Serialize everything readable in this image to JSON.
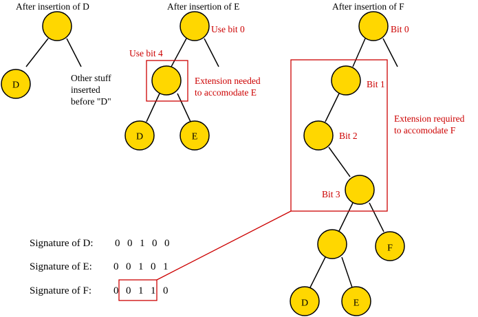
{
  "colors": {
    "node_fill": "#ffd700",
    "annotation": "#cc0000",
    "text": "#000000"
  },
  "trees": [
    {
      "title": "After insertion of D",
      "nodes": [
        {
          "id": "root",
          "label": ""
        },
        {
          "id": "D",
          "label": "D"
        }
      ],
      "note": [
        "Other stuff",
        "inserted",
        "before \"D\""
      ]
    },
    {
      "title": "After insertion of E",
      "nodes": [
        {
          "id": "root",
          "label": ""
        },
        {
          "id": "mid",
          "label": ""
        },
        {
          "id": "D",
          "label": "D"
        },
        {
          "id": "E",
          "label": "E"
        }
      ],
      "annotations": {
        "root_bit": "Use bit 0",
        "mid_bit": "Use bit 4",
        "extension": [
          "Extension needed",
          "to accomodate E"
        ]
      }
    },
    {
      "title": "After insertion of F",
      "nodes": [
        {
          "id": "root",
          "label": ""
        },
        {
          "id": "b1",
          "label": ""
        },
        {
          "id": "b2",
          "label": ""
        },
        {
          "id": "b3",
          "label": ""
        },
        {
          "id": "mid",
          "label": ""
        },
        {
          "id": "F",
          "label": "F"
        },
        {
          "id": "D",
          "label": "D"
        },
        {
          "id": "E",
          "label": "E"
        }
      ],
      "annotations": {
        "bit0": "Bit 0",
        "bit1": "Bit 1",
        "bit2": "Bit 2",
        "bit3": "Bit 3",
        "extension": [
          "Extension required",
          "to accomodate F"
        ]
      }
    }
  ],
  "signatures": [
    {
      "label": "Signature of D:",
      "bits": [
        "0",
        "0",
        "1",
        "0",
        "0"
      ]
    },
    {
      "label": "Signature of E:",
      "bits": [
        "0",
        "0",
        "1",
        "0",
        "1"
      ]
    },
    {
      "label": "Signature of F:",
      "bits": [
        "0",
        "0",
        "1",
        "1",
        "0"
      ]
    }
  ],
  "highlighted_bits": {
    "signature": "F",
    "from_index": 1,
    "to_index": 3
  }
}
